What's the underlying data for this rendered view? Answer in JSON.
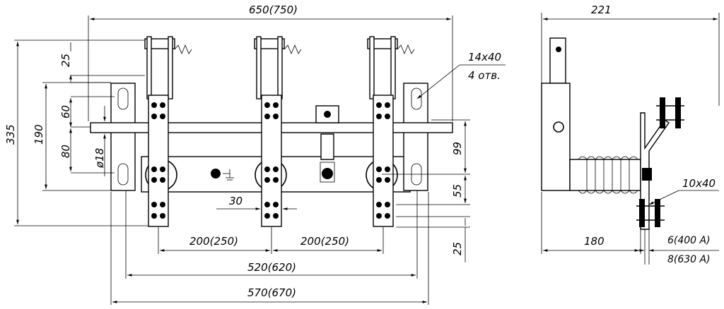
{
  "title": "",
  "front_view": {
    "overall_width": "650(750)",
    "total_height": "335",
    "height_190": "190",
    "dim_25_top": "25",
    "dim_60": "60",
    "dim_80": "80",
    "shaft_diameter": "ø18",
    "slot_note_size": "14x40",
    "slot_note_count": "4 отв.",
    "dim_99": "99",
    "dim_55": "55",
    "dim_25_bottom": "25",
    "dim_30": "30",
    "pole_spacing_left": "200(250)",
    "pole_spacing_right": "200(250)",
    "dim_520": "520(620)",
    "dim_570": "570(670)"
  },
  "side_view": {
    "depth": "221",
    "dim_180": "180",
    "terminal_slot": "10x40",
    "thickness_400": "6(400 A)",
    "thickness_630": "8(630 A)"
  }
}
